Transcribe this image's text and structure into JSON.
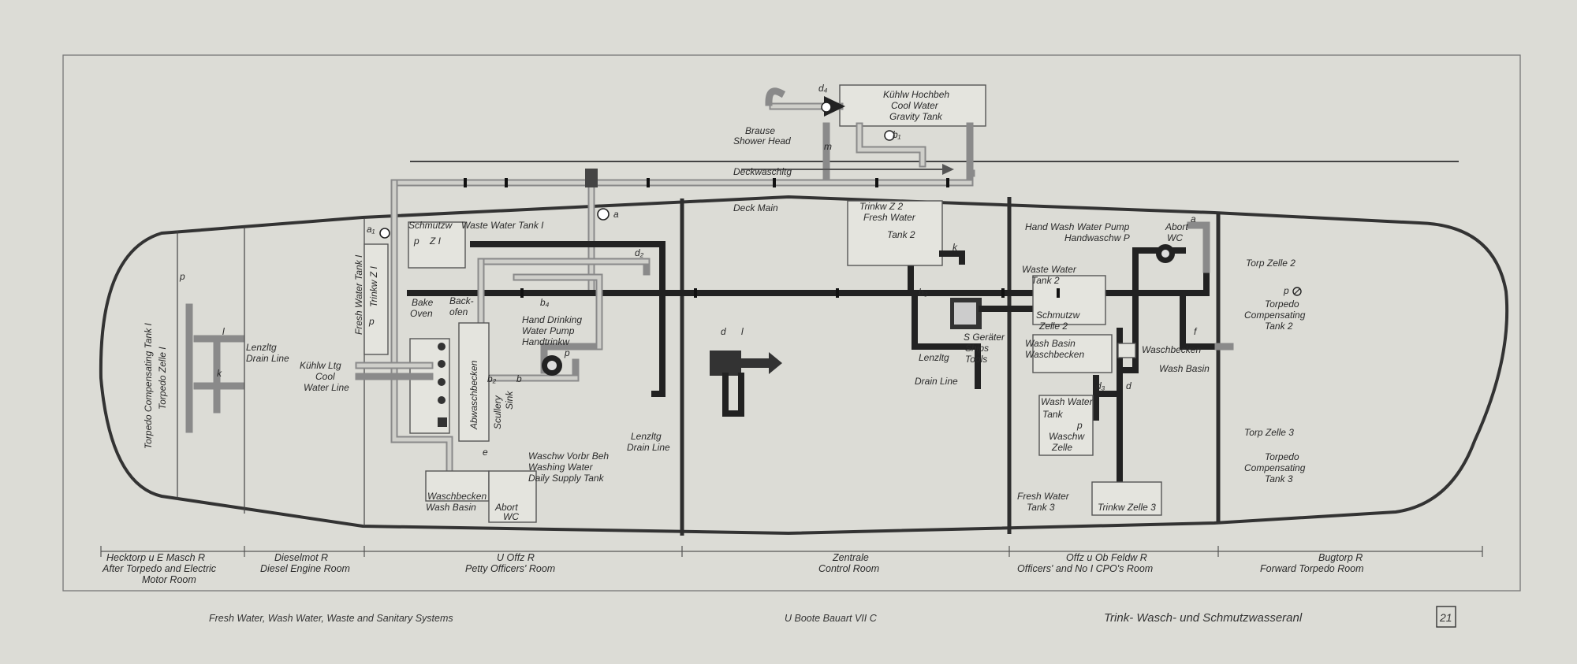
{
  "labels": {
    "cool_tank_de": "Kühlw Hochbeh",
    "cool_tank_en1": "Cool Water",
    "cool_tank_en2": "Gravity Tank",
    "d4": "d₄",
    "b1": "b₁",
    "m": "m",
    "shower1": "Brause",
    "shower2": "Shower Head",
    "deck_de": "Deckwaschltg",
    "deck_en": "Deck Main",
    "a_main": "a",
    "a1": "a₁",
    "waste1_de": "Schmutzw",
    "waste1_en": "Waste Water Tank I",
    "p_z1": "p",
    "z1": "Z I",
    "fw_tank1_en": "Fresh Water Tank I",
    "fw_tank1_de": "Trinkw Z I",
    "p_fw": "p",
    "bake_en": "Bake",
    "bake_en2": "Oven",
    "bake_de": "Back-",
    "bake_de2": "ofen",
    "b2_lbl": "b₂",
    "b4": "b₄",
    "d2": "d₂",
    "hand_pump1": "Hand Drinking",
    "hand_pump2": "Water Pump",
    "hand_pump3": "Handtrinkw",
    "p_hand": "p",
    "b_lbl": "b",
    "abwasch": "Abwaschbecken",
    "scullery1": "Scullery",
    "scullery2": "Sink",
    "kuhl_line1": "Kühlw Ltg",
    "kuhl_line2": "Cool",
    "kuhl_line3": "Water Line",
    "lenz1_de": "Lenzltg",
    "lenz1_en": "Drain Line",
    "torp_comp1": "Torpedo Compensating Tank I",
    "torp_zelle1": "Torpedo Zelle I",
    "p_tz1": "p",
    "l_lbl": "l",
    "k_lbl": "k",
    "wash_supply1": "Waschw Vorbr Beh",
    "wash_supply2": "Washing Water",
    "wash_supply3": "Daily Supply Tank",
    "e_lbl": "e",
    "wb_de": "Waschbecken",
    "wb_en": "Wash Basin",
    "abort1": "Abort",
    "abort1b": "WC",
    "d_lbl": "d",
    "l_lbl2": "l",
    "lenz2_de": "Lenzltg",
    "lenz2_en": "Drain Line",
    "trinkz2_de": "Trinkw Z 2",
    "trinkz2_en1": "Fresh Water",
    "trinkz2_en2": "Tank 2",
    "k2": "k",
    "b3": "b₃",
    "sgerate1": "S Geräter",
    "sgerate2": "Ships",
    "sgerate3": "Tools",
    "lenz3_de": "Lenzltg",
    "lenz3_en": "Drain Line",
    "hw_pump1": "Hand Wash Water Pump",
    "hw_pump2": "Handwaschw P",
    "abort2": "Abort",
    "abort2b": "WC",
    "a_r": "a",
    "ww2_1": "Waste Water",
    "ww2_2": "Tank 2",
    "schmutzz2_1": "Schmutzw",
    "schmutzz2_2": "Zelle 2",
    "wb2_en": "Wash Basin",
    "wb2_de": "Waschbecken",
    "waschbecken_r": "Waschbecken",
    "washbasin_r": "Wash Basin",
    "f_lbl": "f",
    "d3": "d₃",
    "d_r": "d",
    "wwtank_1": "Wash Water",
    "wwtank_2": "Tank",
    "wwtank_3": "Waschw",
    "wwtank_4": "Zelle",
    "p_ww": "p",
    "fw3_1": "Fresh Water",
    "fw3_2": "Tank 3",
    "trinkz3": "Trinkw Zelle 3",
    "torpz2_1": "Torp Zelle 2",
    "torpz2_2": "Torpedo",
    "torpz2_3": "Compensating",
    "torpz2_4": "Tank 2",
    "p_tz2": "p",
    "torpz3_1": "Torp Zelle 3",
    "torpz3_2": "Torpedo",
    "torpz3_3": "Compensating",
    "torpz3_4": "Tank 3"
  },
  "rooms": [
    {
      "de": "Hecktorp u E Masch R",
      "en1": "After Torpedo and Electric",
      "en2": "Motor Room"
    },
    {
      "de": "Dieselmot R",
      "en1": "Diesel Engine Room",
      "en2": ""
    },
    {
      "de": "U Offz R",
      "en1": "Petty Officers' Room",
      "en2": ""
    },
    {
      "de": "Zentrale",
      "en1": "Control Room",
      "en2": ""
    },
    {
      "de": "Offz u Ob Feldw R",
      "en1": "Officers' and No I CPO's Room",
      "en2": ""
    },
    {
      "de": "Bugtorp R",
      "en1": "Forward Torpedo Room",
      "en2": ""
    }
  ],
  "footer": {
    "left": "Fresh Water, Wash Water, Waste and Sanitary Systems",
    "center": "U Boote Bauart VII C",
    "right": "Trink-  Wasch- und Schmutzwasseranl",
    "page": "21"
  },
  "colors": {
    "paper": "#dcdcd6",
    "ink": "#222222",
    "pipe_light": "#8a8a8a"
  }
}
